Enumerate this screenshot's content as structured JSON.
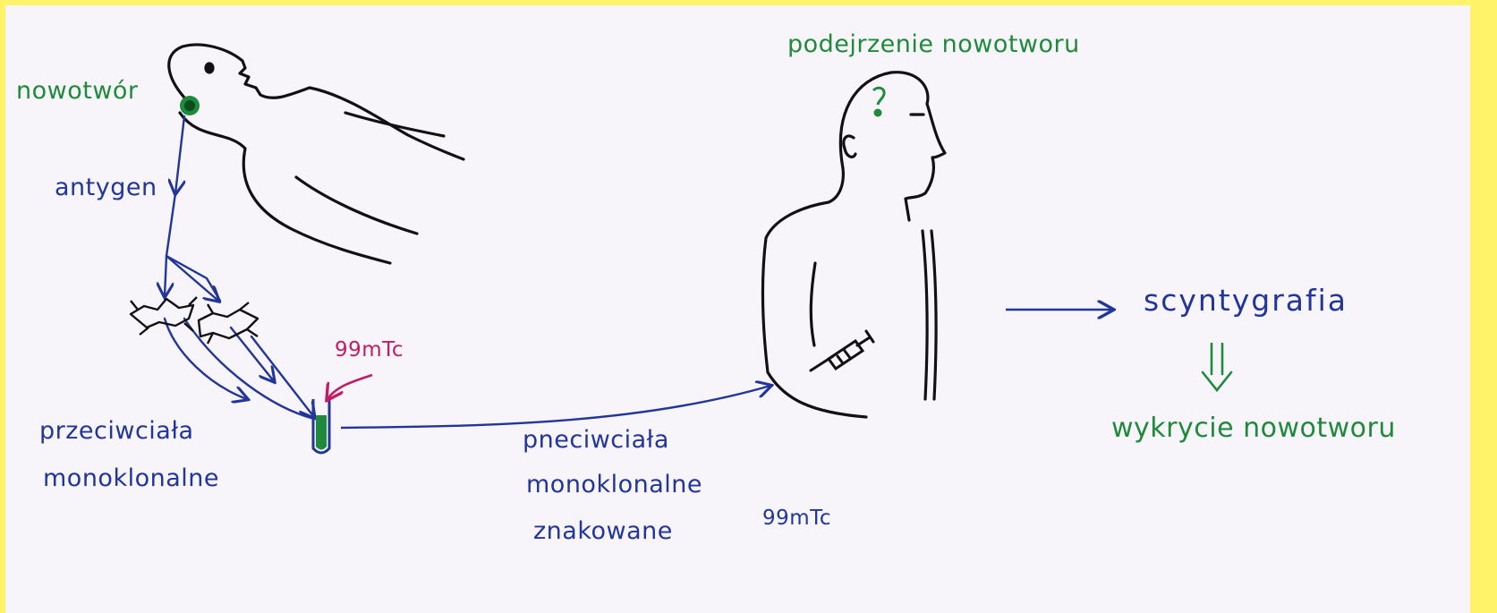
{
  "labels": {
    "tumor": "nowotwór",
    "antigen": "antygen",
    "antibodies": [
      "przeciwciała",
      "monoklonalne"
    ],
    "isotope_vial": "99mTc",
    "labeled_antibodies": [
      "pneciwciała",
      "monoklonalne",
      "znakowane"
    ],
    "isotope_patient": "99mTc",
    "suspicion": "podejrzenie nowotworu",
    "scintigraphy": "scyntygrafia",
    "detection": "wykrycie nowotworu"
  },
  "colors": {
    "page_border": "#fff36a",
    "paper": "#f7f4fa",
    "ink_black": "#111111",
    "ink_blue": "#21359a",
    "ink_green": "#1f8a3c",
    "ink_pink": "#c21c62"
  }
}
